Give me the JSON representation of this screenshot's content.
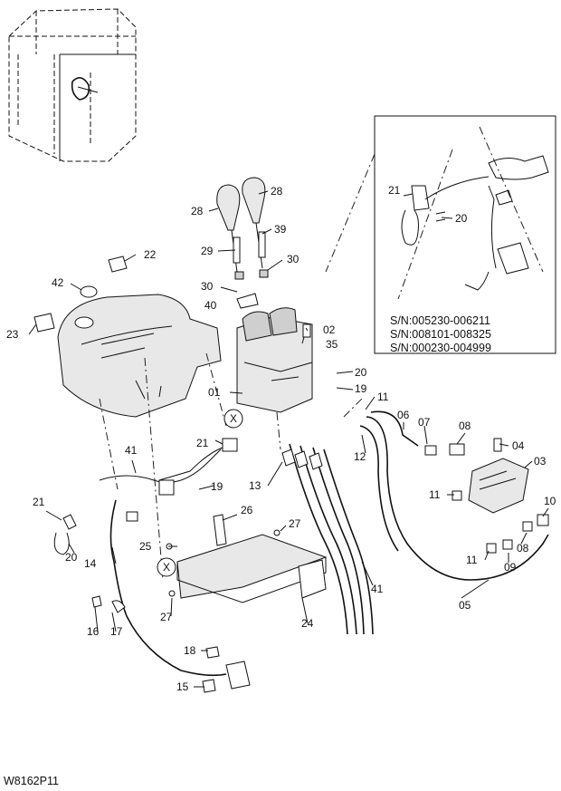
{
  "drawing_id": "W8162P11",
  "serial_notes": [
    "S/N:005230-006211",
    "S/N:008101-008325",
    "S/N:000230-004999"
  ],
  "callouts": {
    "c28a": "28",
    "c28b": "28",
    "c39": "39",
    "c29": "29",
    "c30a": "30",
    "c30b": "30",
    "c40": "40",
    "c22": "22",
    "c42": "42",
    "c23": "23",
    "c02": "02",
    "c35": "35",
    "c20a": "20",
    "c19a": "19",
    "c01": "01",
    "c11a": "11",
    "c06": "06",
    "c07": "07",
    "c08a": "08",
    "c04": "04",
    "c03": "03",
    "c12": "12",
    "c13": "13",
    "c21a": "21",
    "c41a": "41",
    "c19b": "19",
    "c11b": "11",
    "c10": "10",
    "c21b": "21",
    "c20b": "20",
    "c26": "26",
    "c27a": "27",
    "c25": "25",
    "c14": "14",
    "c08b": "08",
    "c11c": "11",
    "c09": "09",
    "c27b": "27",
    "c41b": "41",
    "c05": "05",
    "c16": "16",
    "c17": "17",
    "c24": "24",
    "c18": "18",
    "c15": "15",
    "c21c": "21",
    "c20c": "20"
  },
  "reference_marks": {
    "xa": "X",
    "xb": "X"
  }
}
